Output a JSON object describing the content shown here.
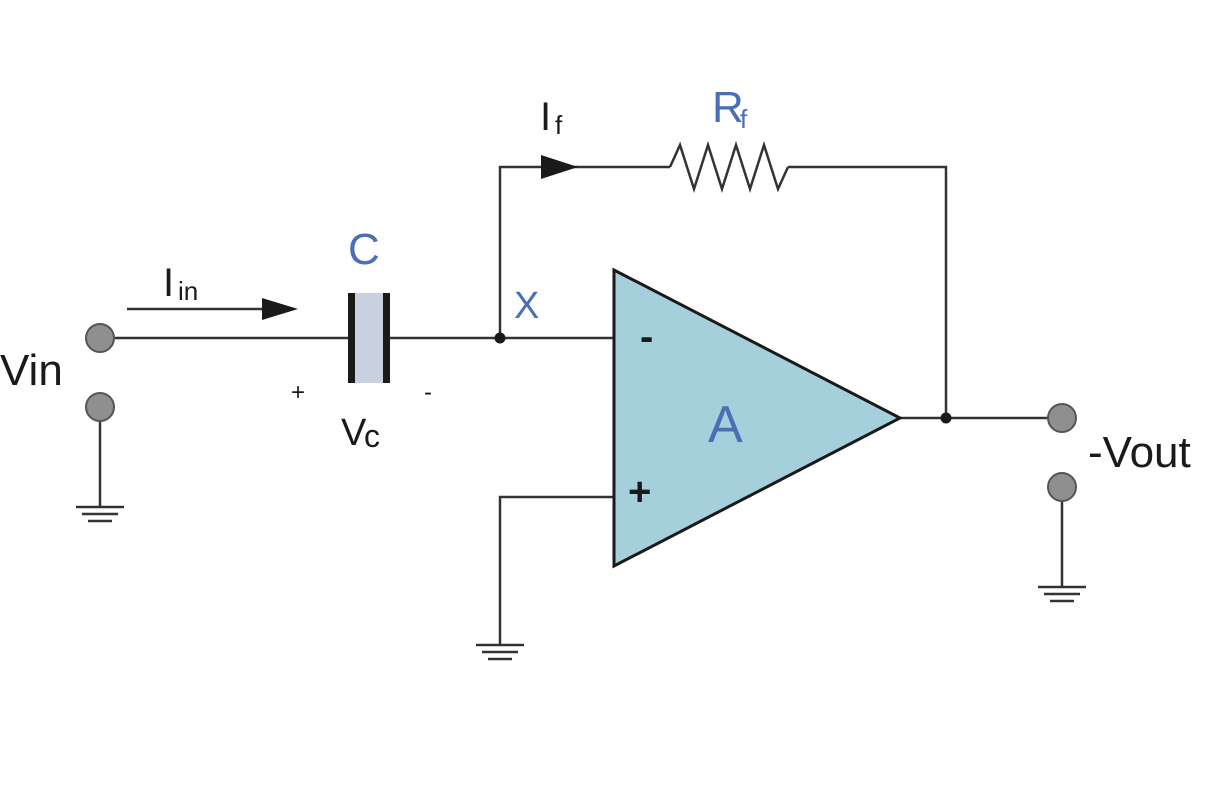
{
  "colors": {
    "wire": "#333333",
    "label_blue": "#4a6fb5",
    "label_dark": "#1a1a1a",
    "opamp_fill": "#a6cfdc",
    "capacitor_dielectric": "#c9d0e0",
    "terminal_fill": "#8f8f8f"
  },
  "labels": {
    "vin": "Vin",
    "vout": "-Vout",
    "iin_main": "I",
    "iin_sub": "in",
    "if_main": "I",
    "if_sub": "f",
    "rf_main": "R",
    "rf_sub": "f",
    "capacitor": "C",
    "node_x": "X",
    "vc_main": "V",
    "vc_sub": "c",
    "vc_plus": "+",
    "vc_minus": "-",
    "opamp": "A",
    "inverting": "-",
    "noninverting": "+"
  }
}
